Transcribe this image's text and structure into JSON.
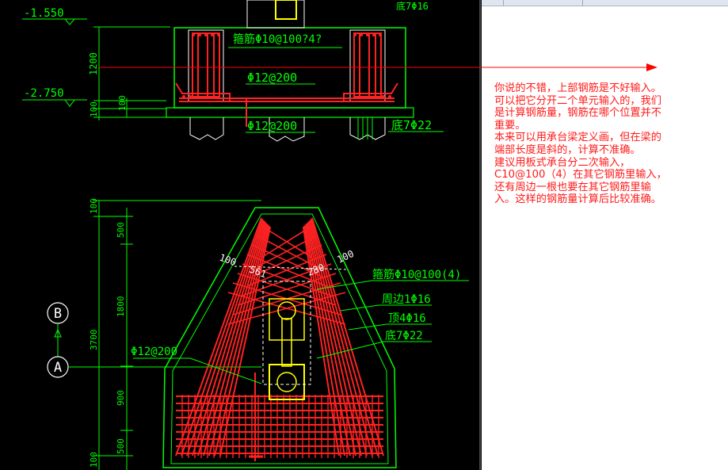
{
  "colors": {
    "background": "#000000",
    "outline": "#00ff00",
    "rebar": "#ff2222",
    "dimension": "#00ff00",
    "label": "#00ff00",
    "elevation": "#00ff00",
    "pile": "#ffff00",
    "leader": "#ff0000",
    "comment": "#ff1a1a"
  },
  "drawing": {
    "elevations": [
      "-1.550",
      "-2.750"
    ],
    "section": {
      "stirrup_label": "箍筋Φ10@100?4?",
      "top_bar_label": "Φ12@200",
      "bottom_bar_label": "Φ12@200",
      "bottom_main_label": "底7Φ22",
      "top_cut_label": "底7Φ16",
      "dims": [
        "1200",
        "100",
        "100"
      ]
    },
    "plan": {
      "dims_vertical": [
        "100",
        "500",
        "1800",
        "3700",
        "900",
        "500",
        "100"
      ],
      "dims_edge": [
        "100",
        "561",
        "280",
        "100"
      ],
      "labels": [
        "箍筋Φ10@100(4)",
        "周边1Φ16",
        "顶4Φ16",
        "底7Φ22",
        "Φ12@200"
      ],
      "axis_markers": [
        "B",
        "A"
      ]
    }
  },
  "comment_lines": [
    "你说的不错，上部钢筋是不好输入。",
    "可以把它分开二个单元输入的，我们",
    "是计算钢筋量，钢筋在哪个位置并不",
    "重要。",
    "本来可以用承台梁定义画，但在梁的",
    "端部长度是斜的，计算不准确。",
    "建议用板式承台分二次输入，",
    "C10@100（4）在其它钢筋里输入，",
    "还有周边一根也要在其它钢筋里输",
    "入。这样的钢筋量计算后比较准确。"
  ]
}
